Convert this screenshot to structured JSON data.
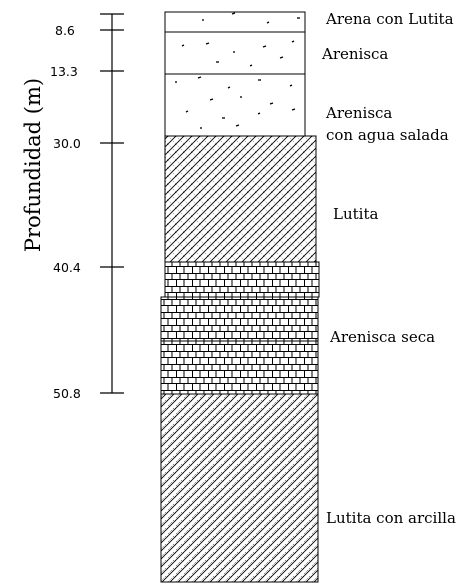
{
  "axis_title": "Profundidad (m)",
  "depth_ticks": [
    "8.6",
    "13.3",
    "30.0",
    "40.4",
    "50.8"
  ],
  "layers": [
    {
      "label": [
        "Arena con Lutita"
      ],
      "pattern": "dots"
    },
    {
      "label": [
        "Arenisca"
      ],
      "pattern": "dots"
    },
    {
      "label": [
        "Arenisca",
        "con agua salada"
      ],
      "pattern": "dots"
    },
    {
      "label": [
        "Lutita"
      ],
      "pattern": "crosshatch"
    },
    {
      "label": [
        "Arenisca seca"
      ],
      "pattern": "brick"
    },
    {
      "label": [
        "Lutita con arcilla"
      ],
      "pattern": "diagonal"
    }
  ]
}
